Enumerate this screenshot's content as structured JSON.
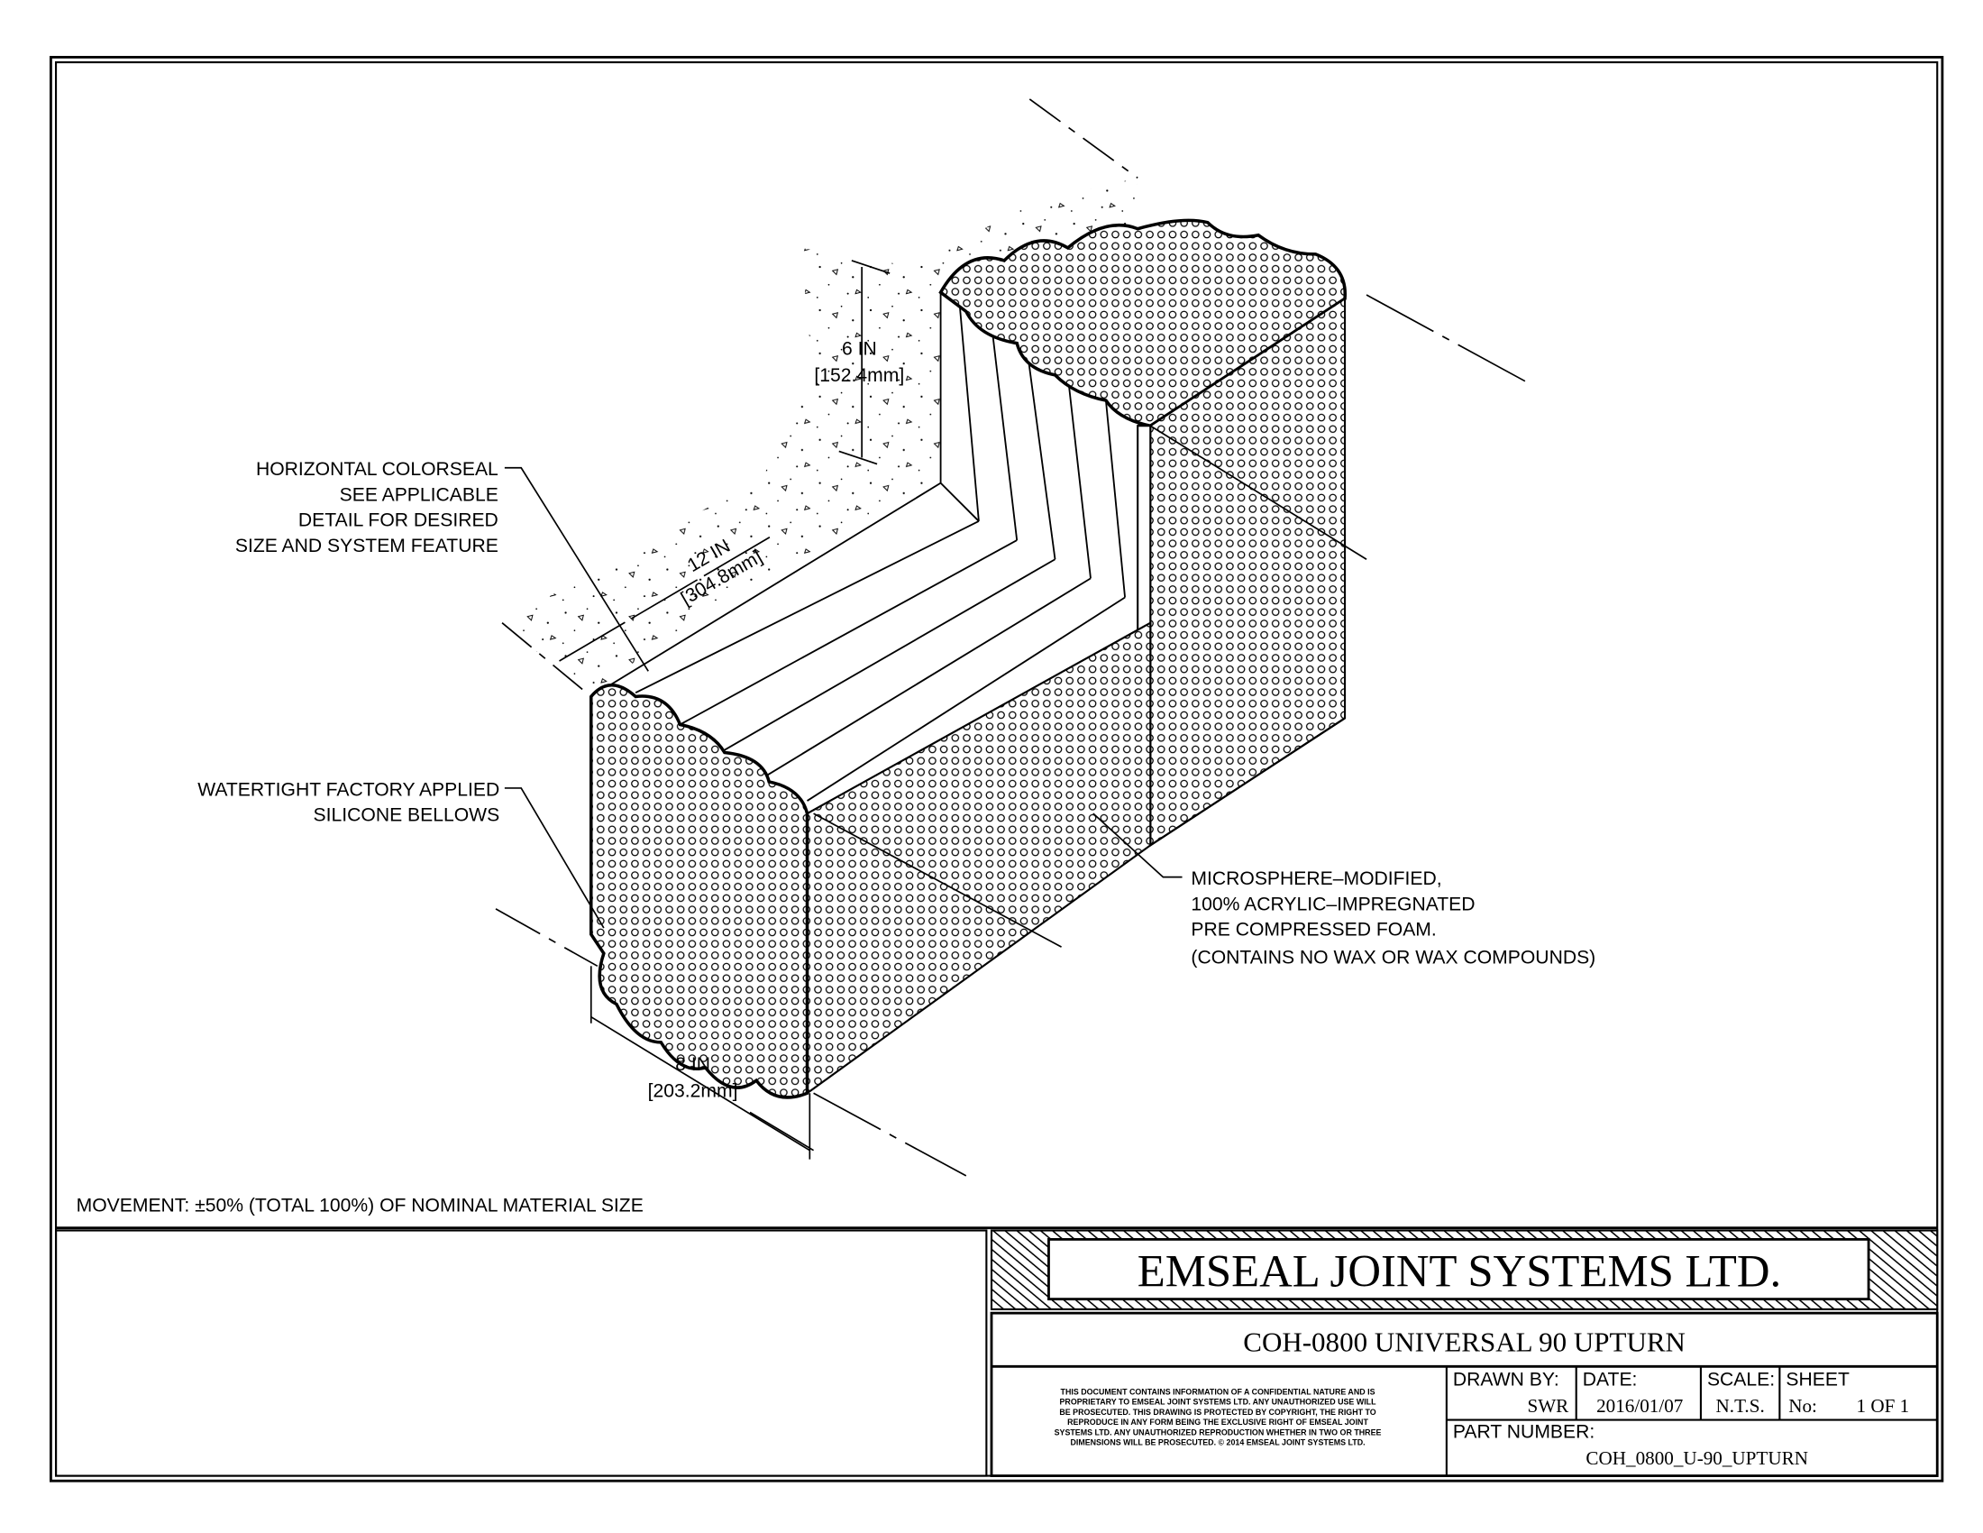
{
  "labels": {
    "colorseal": [
      "HORIZONTAL COLORSEAL",
      "SEE APPLICABLE",
      "DETAIL FOR DESIRED",
      "SIZE AND SYSTEM FEATURE"
    ],
    "bellows": [
      "WATERTIGHT FACTORY APPLIED",
      "SILICONE BELLOWS"
    ],
    "foam": [
      "MICROSPHERE–MODIFIED,",
      "100% ACRYLIC–IMPREGNATED",
      "PRE COMPRESSED FOAM.",
      "(CONTAINS NO WAX OR WAX COMPOUNDS)"
    ],
    "movement": "MOVEMENT: ±50% (TOTAL 100%) OF NOMINAL MATERIAL SIZE"
  },
  "dimensions": {
    "height": {
      "imperial": "6 IN",
      "metric": "[152.4mm]"
    },
    "length": {
      "imperial": "12 IN",
      "metric": "[304.8mm]"
    },
    "width": {
      "imperial": "8 IN",
      "metric": "[203.2mm]"
    }
  },
  "title_block": {
    "company": "EMSEAL JOINT SYSTEMS LTD.",
    "drawing_title": "COH-0800 UNIVERSAL 90 UPTURN",
    "disclaimer": [
      "THIS DOCUMENT CONTAINS INFORMATION OF A CONFIDENTIAL NATURE AND IS",
      "PROPRIETARY TO EMSEAL JOINT SYSTEMS LTD. ANY UNAUTHORIZED USE WILL",
      "BE PROSECUTED. THIS DRAWING IS PROTECTED BY COPYRIGHT, THE RIGHT TO",
      "REPRODUCE IN ANY FORM BEING THE EXCLUSIVE RIGHT OF EMSEAL JOINT",
      "SYSTEMS LTD. ANY UNAUTHORIZED REPRODUCTION WHETHER IN TWO OR THREE",
      "DIMENSIONS WILL BE PROSECUTED. © 2014 EMSEAL JOINT SYSTEMS LTD."
    ],
    "drawn_by_label": "DRAWN BY:",
    "drawn_by": "SWR",
    "date_label": "DATE:",
    "date": "2016/01/07",
    "scale_label": "SCALE:",
    "scale": "N.T.S.",
    "sheet_label": "SHEET",
    "sheet_no_label": "No:",
    "sheet": "1 OF 1",
    "part_number_label": "PART NUMBER:",
    "part_number": "COH_0800_U-90_UPTURN"
  }
}
